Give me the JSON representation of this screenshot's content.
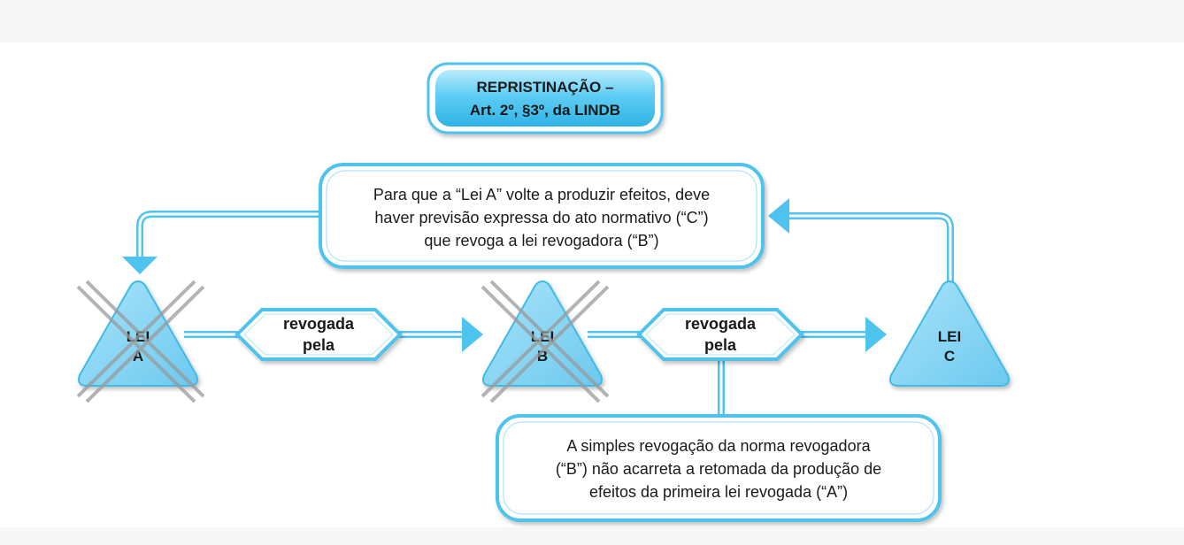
{
  "title": {
    "line1": "REPRISTINAÇÃO –",
    "line2": "Art. 2º, §3º, da LINDB"
  },
  "top_note": {
    "line1": "Para que a “Lei A” volte a produzir efeitos, deve",
    "line2": "haver previsão expressa do ato normativo (“C”)",
    "line3": "que revoga a lei revogadora (“B”)"
  },
  "bottom_note": {
    "line1": "A simples revogação da norma revogadora",
    "line2": "(“B”) não acarreta a retomada da produção de",
    "line3": "efeitos da primeira lei revogada (“A”)"
  },
  "laws": {
    "a": {
      "line1": "LEI",
      "line2": "A"
    },
    "b": {
      "line1": "LEI",
      "line2": "B"
    },
    "c": {
      "line1": "LEI",
      "line2": "C"
    }
  },
  "links": {
    "ab": {
      "line1": "revogada",
      "line2": "pela"
    },
    "bc": {
      "line1": "revogada",
      "line2": "pela"
    }
  },
  "colors": {
    "accent": "#4dc3ee",
    "triangle_fill": "#8ed8f6",
    "cross": "#9a9a9a"
  }
}
